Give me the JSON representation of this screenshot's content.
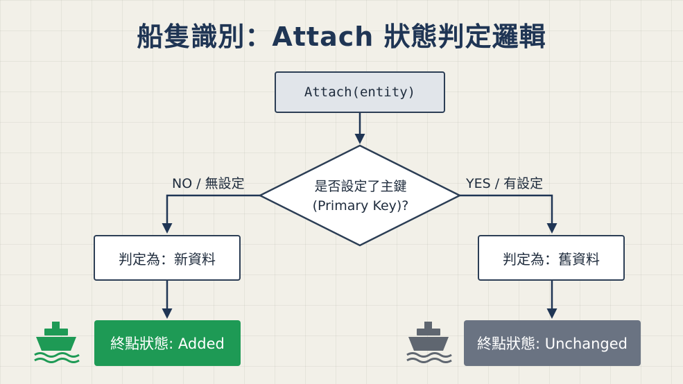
{
  "title": "船隻識別：Attach 狀態判定邏輯",
  "nodes": {
    "start": "Attach(entity)",
    "decision_line1": "是否設定了主鍵",
    "decision_line2": "(Primary Key)?",
    "left_step": "判定為：新資料",
    "right_step": "判定為：舊資料",
    "left_end": "終點狀態: Added",
    "right_end": "終點狀態: Unchanged"
  },
  "branches": {
    "no": "NO / 無設定",
    "yes": "YES / 有設定"
  },
  "icons": {
    "left": "ship-icon",
    "right": "ship-icon"
  },
  "colors": {
    "navy": "#1f3554",
    "added": "#1e9a55",
    "unchanged": "#6a7382",
    "ship_left": "#1e9a55",
    "ship_right": "#5f6670"
  }
}
